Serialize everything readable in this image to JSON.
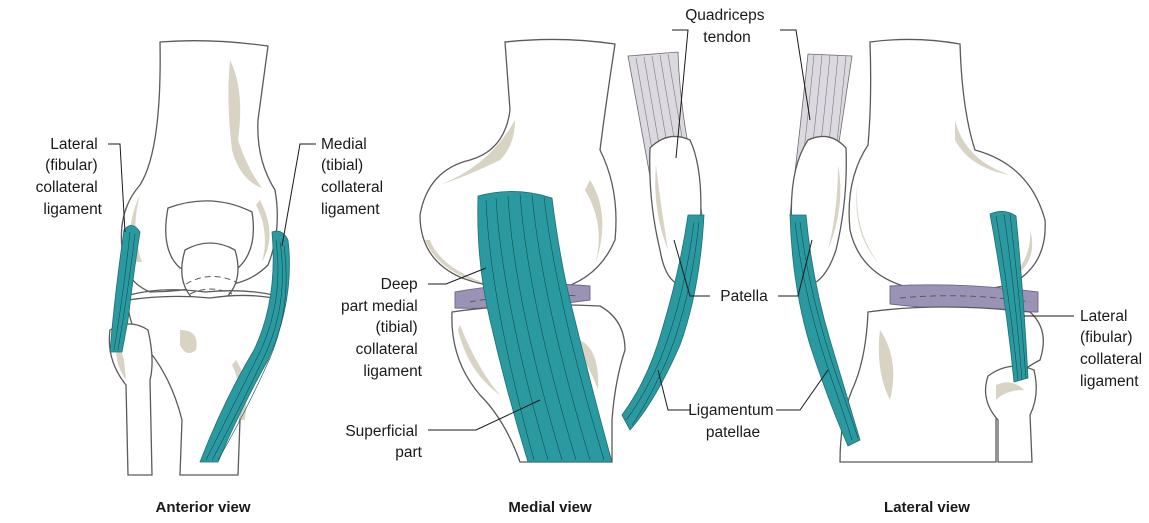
{
  "labels": {
    "quadriceps_tendon": [
      "Quadriceps",
      "tendon"
    ],
    "lateral_fibular_collateral_left": [
      "Lateral",
      "(fibular)",
      "collateral",
      "ligament"
    ],
    "medial_tibial_collateral": [
      "Medial",
      "(tibial)",
      "collateral",
      "ligament"
    ],
    "deep_part_medial": [
      "Deep",
      "part medial",
      "(tibial)",
      "collateral",
      "ligament"
    ],
    "superficial_part": [
      "Superficial",
      "part"
    ],
    "patella": "Patella",
    "ligamentum_patellae": [
      "Ligamentum",
      "patellae"
    ],
    "lateral_fibular_collateral_right": [
      "Lateral",
      "(fibular)",
      "collateral",
      "ligament"
    ]
  },
  "captions": {
    "anterior": "Anterior view",
    "medial": "Medial view",
    "lateral": "Lateral view"
  },
  "colors": {
    "ligament": "#2b9aa0",
    "bone_shading": "#d9d3c3",
    "tendon": "#dcd8e0",
    "meniscus": "#9b93b5"
  }
}
